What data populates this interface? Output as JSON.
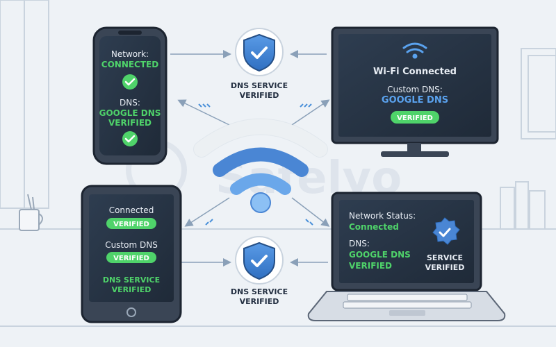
{
  "watermark": "Safelyo",
  "phone": {
    "line1": "Network:",
    "line2": "CONNECTED",
    "line3": "DNS:",
    "line4": "GOOGLE DNS",
    "line5": "VERIFIED"
  },
  "shield_top": {
    "line1": "DNS SERVICE",
    "line2": "VERIFIED"
  },
  "shield_bottom": {
    "line1": "DNS SERVICE",
    "line2": "VERIFIED"
  },
  "monitor": {
    "line1": "Wi-Fi Connected",
    "line2": "Custom DNS:",
    "line3": "GOOGLE DNS",
    "badge": "VERIFIED"
  },
  "tablet": {
    "line1": "Connected",
    "badge1": "VERIFIED",
    "line2": "Custom DNS",
    "badge2": "VERIFIED",
    "line3": "DNS SERVICE",
    "line4": "VERIFIED"
  },
  "laptop": {
    "line1": "Network Status:",
    "line2": "Connected",
    "line3": "DNS:",
    "line4": "GOOGLE DNS",
    "line5": "VERIFIED",
    "badge_line1": "SERVICE",
    "badge_line2": "VERIFIED"
  },
  "colors": {
    "background": "#eef2f6",
    "accent_green": "#4fd36a",
    "accent_blue": "#3b82d6",
    "screen_dark": "#263444",
    "outline": "#2c3645"
  }
}
